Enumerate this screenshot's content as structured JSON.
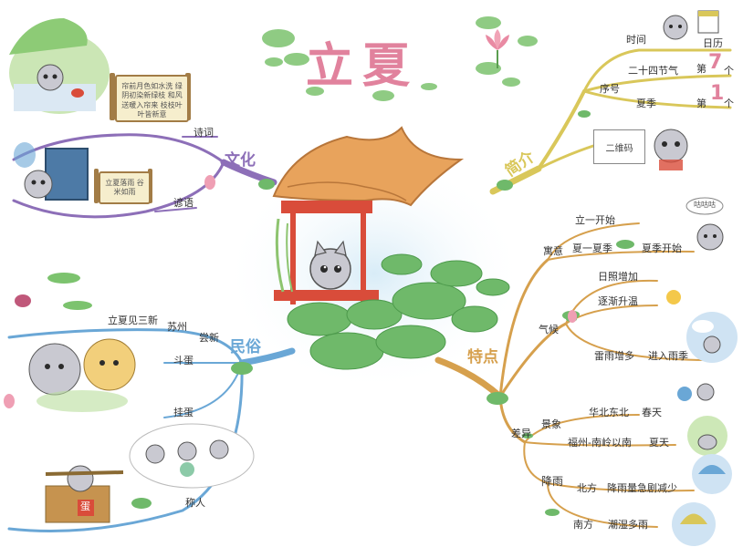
{
  "title": "立夏",
  "branches": {
    "culture": "文化",
    "intro": "简介",
    "customs": "民俗",
    "features": "特点"
  },
  "culture": {
    "poem_label": "诗词",
    "proverb_label": "谚语",
    "poem_scroll": "帘前月色如水洗 绿阴初染新绿枝 和风送暖入帘来 枝枝叶叶皆新意",
    "proverb_scroll": "立夏落雨 谷米如雨"
  },
  "intro": {
    "time_label": "时间",
    "calendar_label": "日历",
    "order_label": "序号",
    "solar_term_label": "二十四节气",
    "term_ordinal_prefix": "第",
    "term_number": "7",
    "summer_label": "夏季",
    "summer_ordinal_prefix": "第",
    "summer_number": "1",
    "unit": "个",
    "qr_label": "二维码"
  },
  "features": {
    "cat_speech": "咕咕咕",
    "meaning_label": "寓意",
    "meaning_1": "立一开始",
    "meaning_2": "夏一夏季",
    "meaning_3": "夏季开始",
    "climate_label": "气候",
    "climate_1": "日照增加",
    "climate_2": "逐渐升温",
    "climate_3": "雷雨增多",
    "climate_4": "进入雨季",
    "difference_label": "差异",
    "scenery_label": "景象",
    "scenery_1a": "华北东北",
    "scenery_1b": "春天",
    "scenery_2a": "福州-南岭以南",
    "scenery_2b": "夏天",
    "rain_label": "降雨",
    "rain_1a": "北方",
    "rain_1b": "降雨量急剧减少",
    "rain_2a": "南方",
    "rain_2b": "潮湿多雨"
  },
  "customs": {
    "suzhou_line": "立夏见三新",
    "suzhou_city": "苏州",
    "suzhou_new": "尝新",
    "egg_fight": "斗蛋",
    "egg_hang": "挂蛋",
    "weigh": "称人",
    "basket_label": "蛋"
  },
  "colors": {
    "culture_branch": "#8d6fb8",
    "intro_branch": "#d9c75a",
    "customs_branch": "#6aa7d6",
    "features_branch": "#d6a04d",
    "title": "#e1829d"
  }
}
